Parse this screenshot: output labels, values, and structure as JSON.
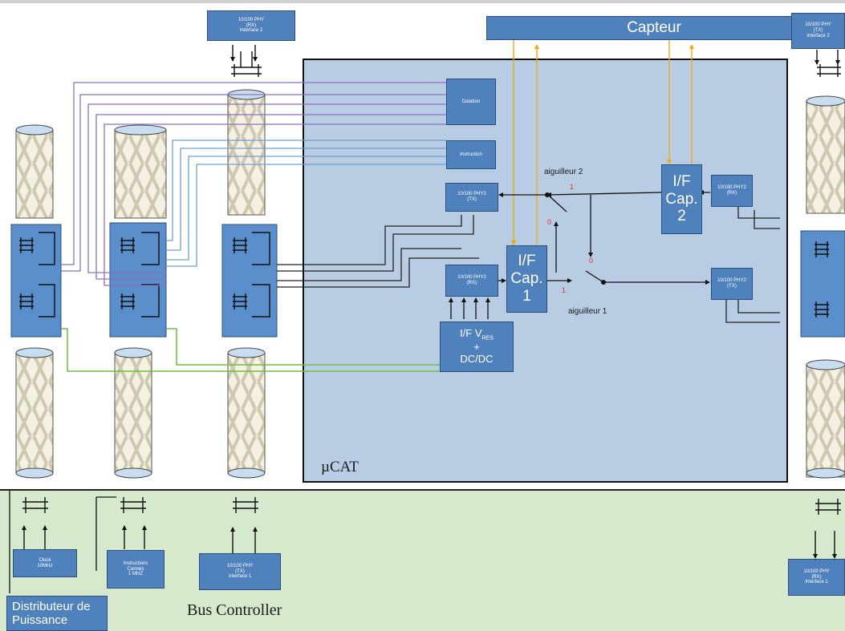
{
  "diagram": {
    "capteur_label": "Capteur",
    "ucat_label": "µCAT",
    "bus_controller_label": "Bus Controller",
    "distributeur_label": "Distributeur de\nPuissance",
    "blocks": {
      "phy_rx_interface2_top": "10/100 PHY\n(RX)\nInterface 2",
      "phy_tx_interface2_right": "10/100 PHY\n(TX)\nInterface 2",
      "datation": "Datation",
      "instruction": "Instruction",
      "phy2_tx_left": "10/100 PHY2\n(TX)",
      "phy2_rx_left": "10/100 PHY2\n(RX)",
      "phy2_rx_right": "10/100 PHY2\n(RX)",
      "phy2_tx_right": "10/100 PHY2\n(TX)",
      "if_cap_1": "I/F\nCap.\n1",
      "if_cap_2": "I/F\nCap.\n2",
      "if_vres": "I/F V",
      "if_vres_sub": "RES",
      "if_vres_rest": "+\nDC/DC",
      "clock": "Clock\n10MHz",
      "instructions_cannes": "Instructions\nCannes\n1 MHZ",
      "phy_tx_interface1_bottom": "10/100 PHY\n(TX)\nInterface 1",
      "phy_rx_interface1_right": "10/100 PHY\n(RX)\nInterface 1"
    },
    "aiguilleur_1": "aiguilleur 1",
    "aiguilleur_2": "aiguilleur 2",
    "switch2_pos0": "0",
    "switch2_pos1": "1",
    "switch1_pos0": "0",
    "switch1_pos1": "1"
  },
  "colors": {
    "block_fill": "#4f81bd",
    "ucat_fill": "#b8cce4",
    "bus_fill": "#d7e9cc",
    "purple_wire": "#8e6fbf",
    "blue_wire": "#6f9fd0",
    "green_wire": "#6cbf3c",
    "orange_wire": "#f7b733"
  }
}
